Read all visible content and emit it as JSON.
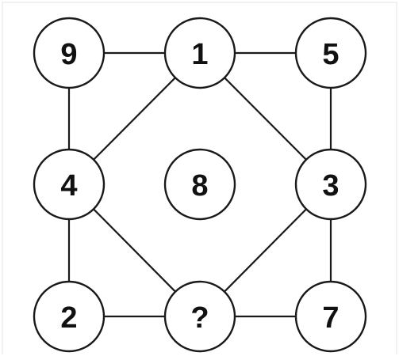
{
  "puzzle": {
    "nodes": [
      {
        "id": "n-top-left",
        "label": "9"
      },
      {
        "id": "n-top-middle",
        "label": "1"
      },
      {
        "id": "n-top-right",
        "label": "5"
      },
      {
        "id": "n-middle-left",
        "label": "4"
      },
      {
        "id": "n-center",
        "label": "8"
      },
      {
        "id": "n-middle-right",
        "label": "3"
      },
      {
        "id": "n-bottom-left",
        "label": "2"
      },
      {
        "id": "n-bottom-middle",
        "label": "?"
      },
      {
        "id": "n-bottom-right",
        "label": "7"
      }
    ],
    "edges": [
      [
        "n-top-left",
        "n-top-middle"
      ],
      [
        "n-top-middle",
        "n-top-right"
      ],
      [
        "n-top-left",
        "n-middle-left"
      ],
      [
        "n-top-right",
        "n-middle-right"
      ],
      [
        "n-top-middle",
        "n-middle-left"
      ],
      [
        "n-top-middle",
        "n-middle-right"
      ],
      [
        "n-middle-left",
        "n-bottom-middle"
      ],
      [
        "n-middle-right",
        "n-bottom-middle"
      ],
      [
        "n-middle-left",
        "n-bottom-left"
      ],
      [
        "n-middle-right",
        "n-bottom-right"
      ],
      [
        "n-bottom-left",
        "n-bottom-middle"
      ],
      [
        "n-bottom-middle",
        "n-bottom-right"
      ]
    ]
  },
  "colors": {
    "stroke": "#1a1a1a",
    "fill": "#ffffff",
    "text": "#111111"
  }
}
